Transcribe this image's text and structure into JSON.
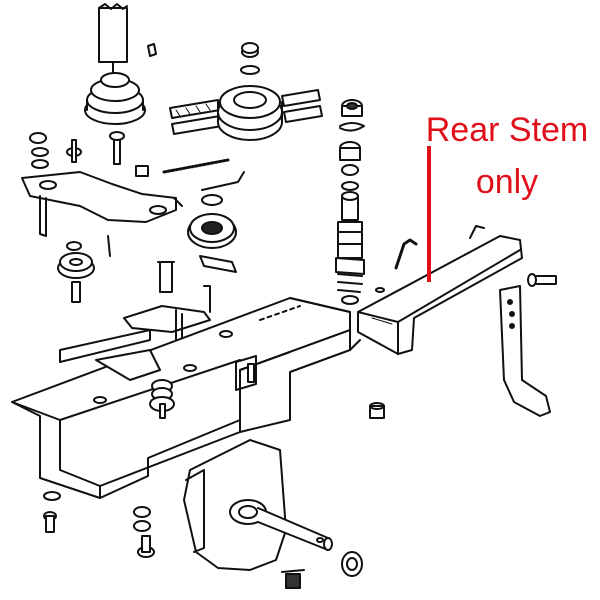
{
  "callout": {
    "line1": "Rear Stem",
    "line2": "only",
    "color": "#e0101a"
  },
  "drawing": {
    "style": "black line-art exploded parts diagram",
    "ink_color": "#111111",
    "paper_color": "#ffffff"
  }
}
